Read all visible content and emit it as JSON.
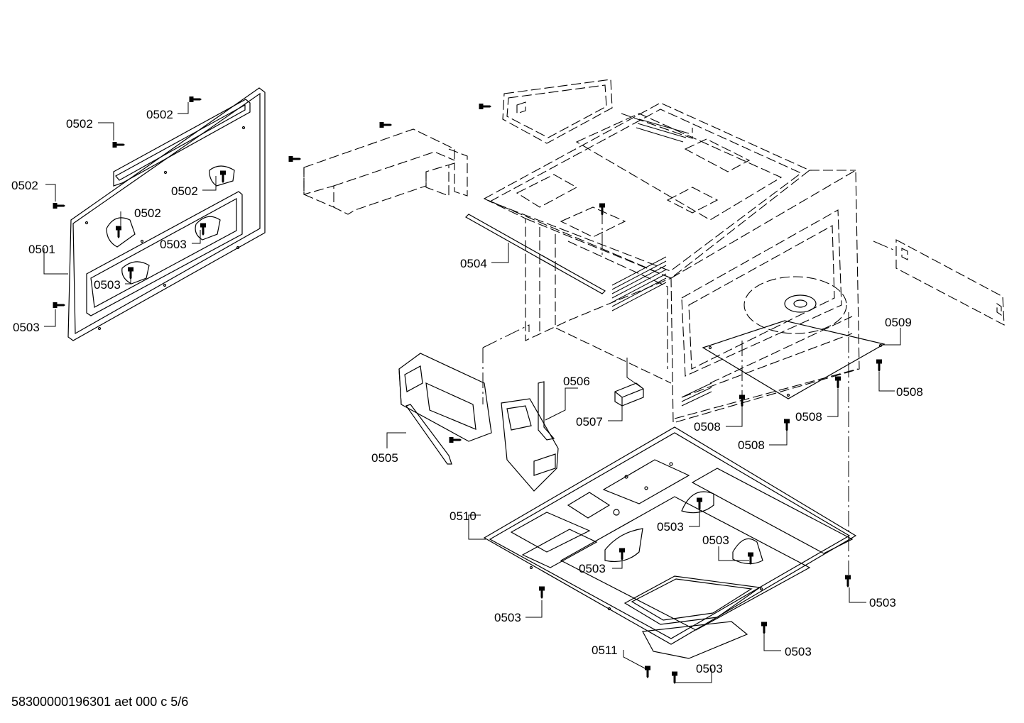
{
  "diagram": {
    "type": "exploded-parts-view",
    "document_id": "58300000196301 aet 000 c 5/6",
    "callouts": [
      "0502",
      "0502",
      "0502",
      "0502",
      "0502",
      "0503",
      "0501",
      "0503",
      "0503",
      "0504",
      "0506",
      "0507",
      "0505",
      "0509",
      "0508",
      "0508",
      "0508",
      "0508",
      "0510",
      "0503",
      "0503",
      "0503",
      "0503",
      "0503",
      "0503",
      "0511",
      "0503"
    ]
  }
}
